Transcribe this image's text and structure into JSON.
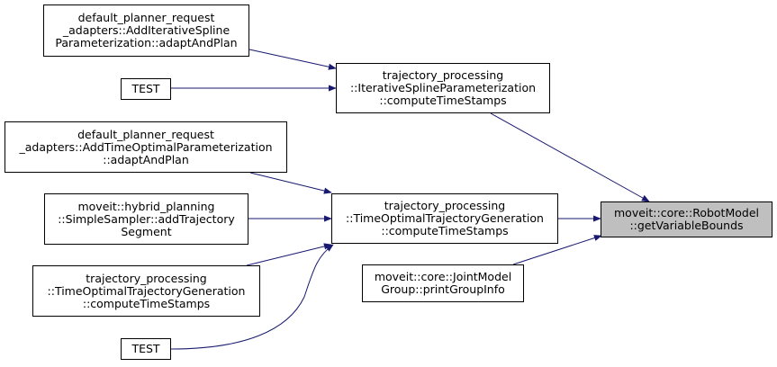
{
  "diagram": {
    "title": "",
    "edge_color": "#191970",
    "focus_fill": "#bfbfbf",
    "nodes": {
      "n_iter_adapt": {
        "lines": [
          "default_planner_request",
          "_adapters::AddIterativeSpline",
          "Parameterization::adaptAndPlan"
        ]
      },
      "n_test_1": {
        "lines": [
          "TEST"
        ]
      },
      "n_iter_compute": {
        "lines": [
          "trajectory_processing",
          "::IterativeSplineParameterization",
          "::computeTimeStamps"
        ]
      },
      "n_topt_adapt": {
        "lines": [
          "default_planner_request",
          "_adapters::AddTimeOptimalParameterization",
          "::adaptAndPlan"
        ]
      },
      "n_hybrid": {
        "lines": [
          "moveit::hybrid_planning",
          "::SimpleSampler::addTrajectory",
          "Segment"
        ]
      },
      "n_topt_compute": {
        "lines": [
          "trajectory_processing",
          "::TimeOptimalTrajectoryGeneration",
          "::computeTimeStamps"
        ]
      },
      "n_topt_compute_2": {
        "lines": [
          "trajectory_processing",
          "::TimeOptimalTrajectoryGeneration",
          "::computeTimeStamps"
        ]
      },
      "n_test_2": {
        "lines": [
          "TEST"
        ]
      },
      "n_joint_print": {
        "lines": [
          "moveit::core::JointModel",
          "Group::printGroupInfo"
        ]
      },
      "n_focus": {
        "lines": [
          "moveit::core::RobotModel",
          "::getVariableBounds"
        ]
      }
    }
  }
}
